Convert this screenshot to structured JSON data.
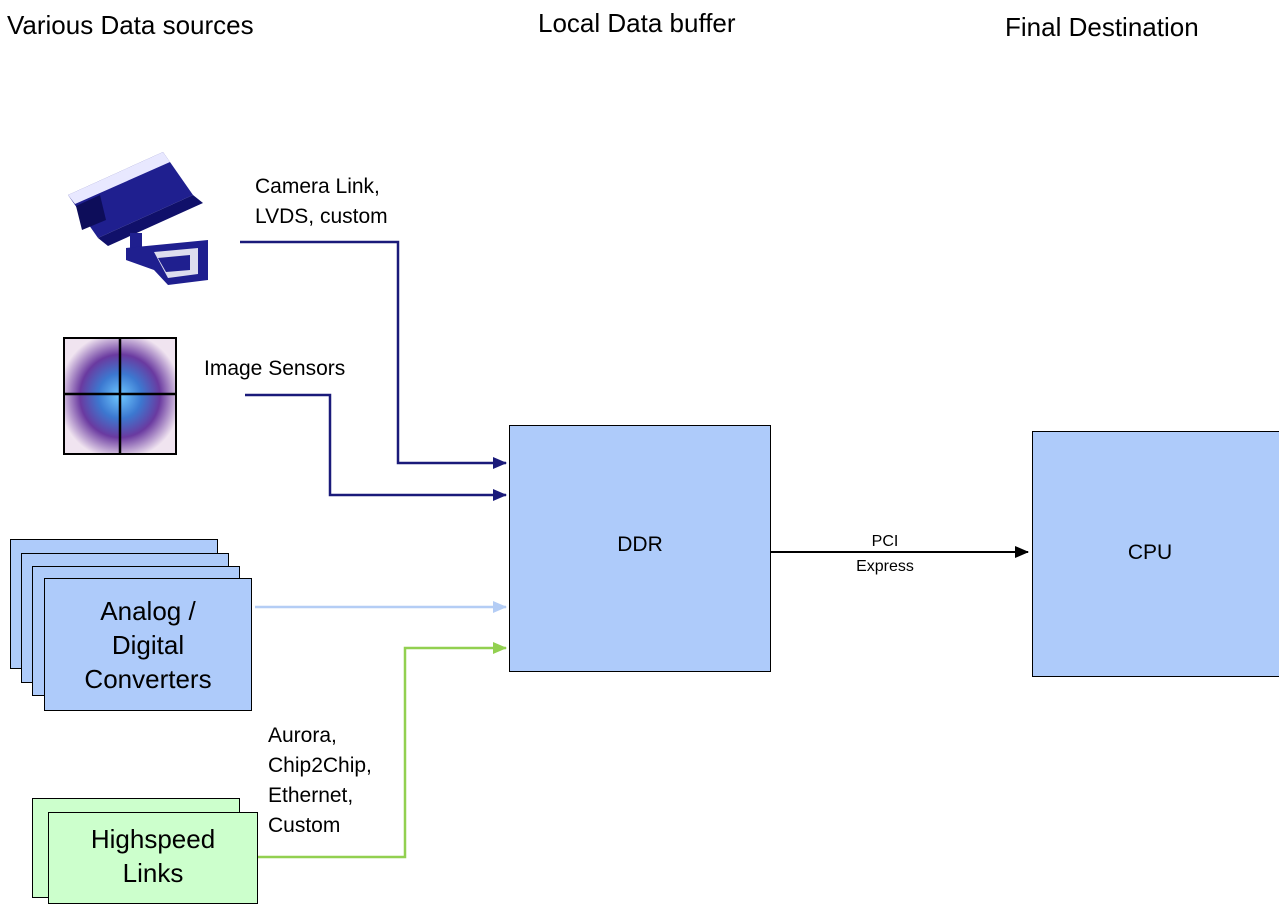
{
  "headings": {
    "sources": "Various Data sources",
    "buffer": "Local Data buffer",
    "destination": "Final Destination"
  },
  "labels": {
    "camera_link_line1": "Camera Link,",
    "camera_link_line2": "LVDS, custom",
    "image_sensors": "Image Sensors",
    "pcie_line1": "PCI",
    "pcie_line2": "Express",
    "links_line1": "Aurora,",
    "links_line2": "Chip2Chip,",
    "links_line3": "Ethernet,",
    "links_line4": "Custom"
  },
  "nodes": {
    "ddr": "DDR",
    "cpu": "CPU",
    "adc_line1": "Analog /",
    "adc_line2": "Digital",
    "adc_line3": "Converters",
    "links_line1": "Highspeed",
    "links_line2": "Links"
  },
  "icons": {
    "camera": "security-camera-icon",
    "sensor": "image-sensor-icon"
  },
  "colors": {
    "box_fill": "#aecbfa",
    "links_fill": "#ccffcc",
    "navy_line": "#1a1a7a",
    "light_blue_line": "#b4cdf5",
    "green_line": "#92d050",
    "black_line": "#000000"
  }
}
